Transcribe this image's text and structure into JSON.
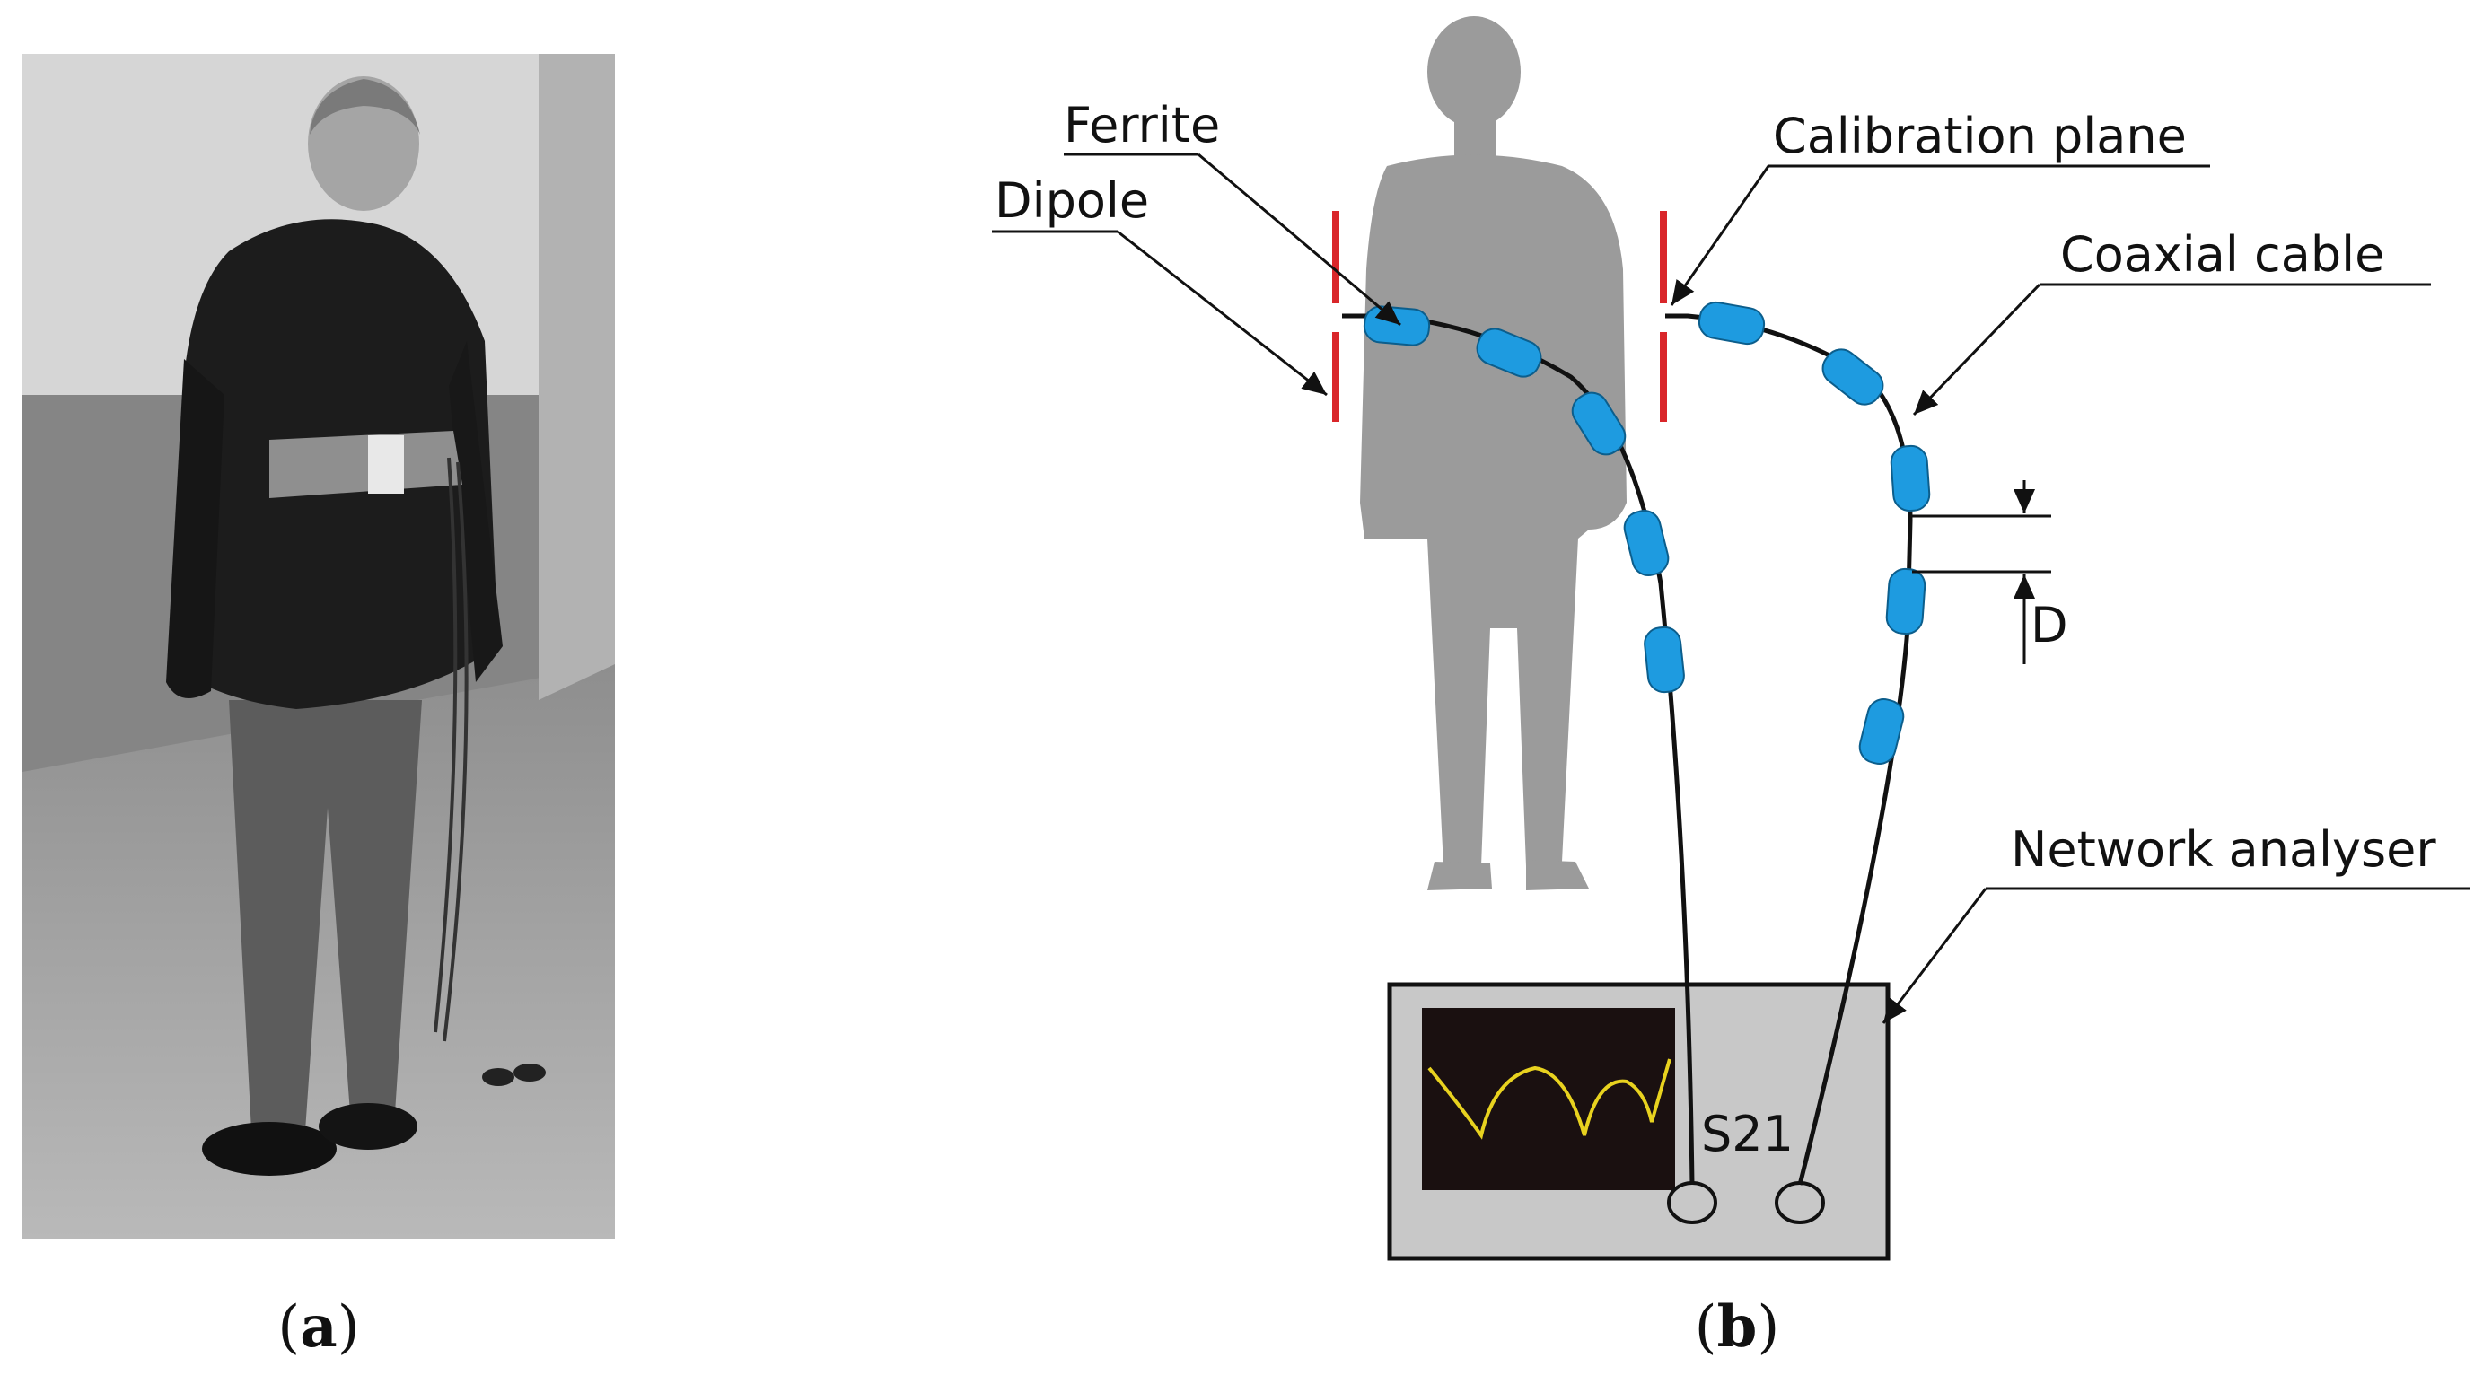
{
  "panel_a": {
    "label_open": "(",
    "label_letter": "a",
    "label_close": ")"
  },
  "panel_b": {
    "label_open": "(",
    "label_letter": "b",
    "label_close": ")",
    "labels": {
      "ferrite": "Ferrite",
      "dipole": "Dipole",
      "calibration_plane": "Calibration plane",
      "coaxial_cable": "Coaxial cable",
      "d": "D",
      "network_analyser": "Network analyser",
      "s21": "S21"
    },
    "colors": {
      "ferrite": "#1e9be0",
      "dipole": "#d9262a",
      "silhouette": "#9b9b9b",
      "analyser_body": "#c8c8c8",
      "screen": "#1a1010",
      "trace": "#e8d21f"
    }
  }
}
